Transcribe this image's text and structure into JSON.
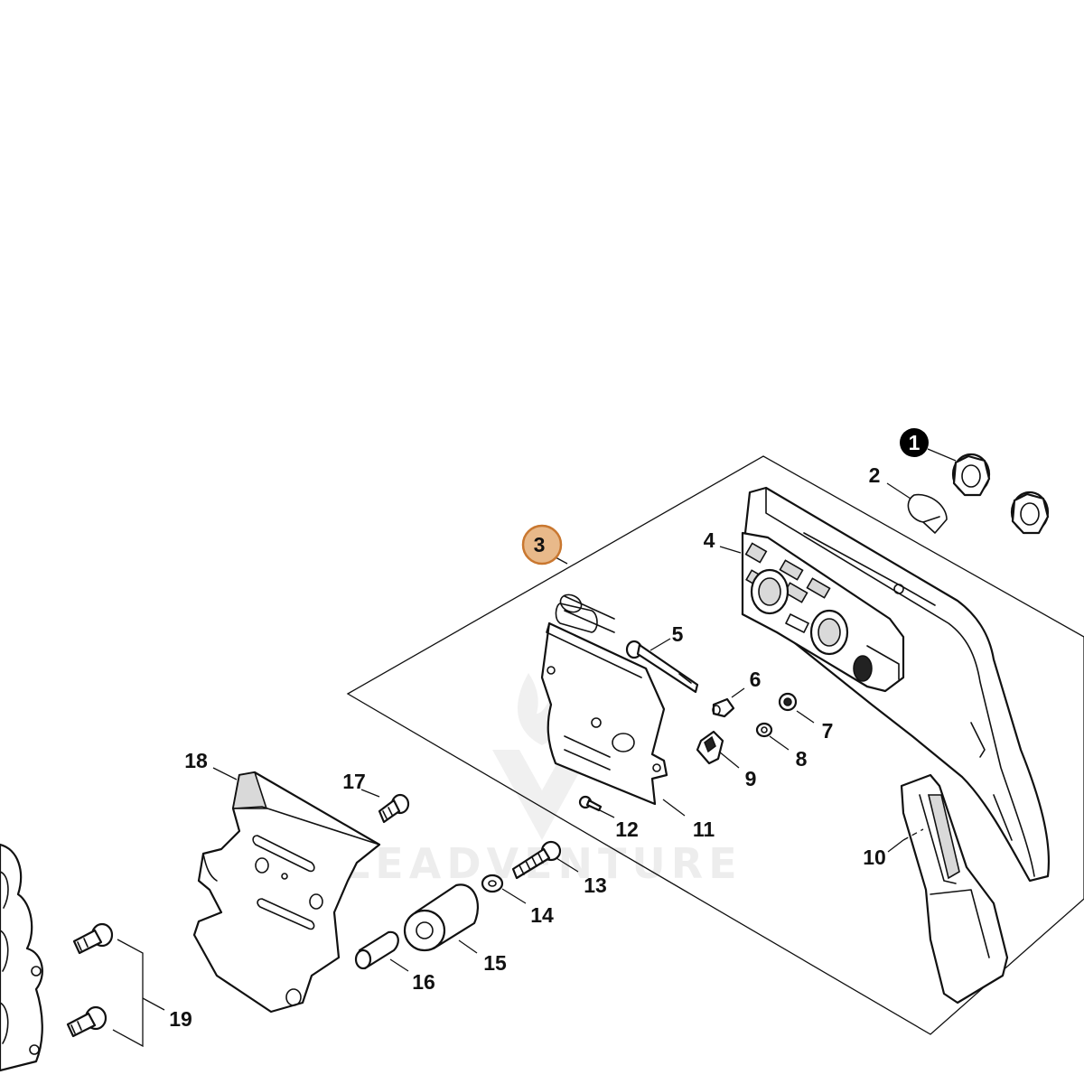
{
  "callouts": {
    "c1": "1",
    "c2": "2",
    "c3": "3",
    "c4": "4",
    "c5": "5",
    "c6": "6",
    "c7": "7",
    "c8": "8",
    "c9": "9",
    "c10": "10",
    "c11": "11",
    "c12": "12",
    "c13": "13",
    "c14": "14",
    "c15": "15",
    "c16": "16",
    "c17": "17",
    "c18": "18",
    "c19": "19"
  },
  "highlight": {
    "callout": "3",
    "fill": "#e8b98a",
    "stroke": "#c9772f"
  },
  "marker_fill": "#000000",
  "watermark": "LEADVENTURE"
}
